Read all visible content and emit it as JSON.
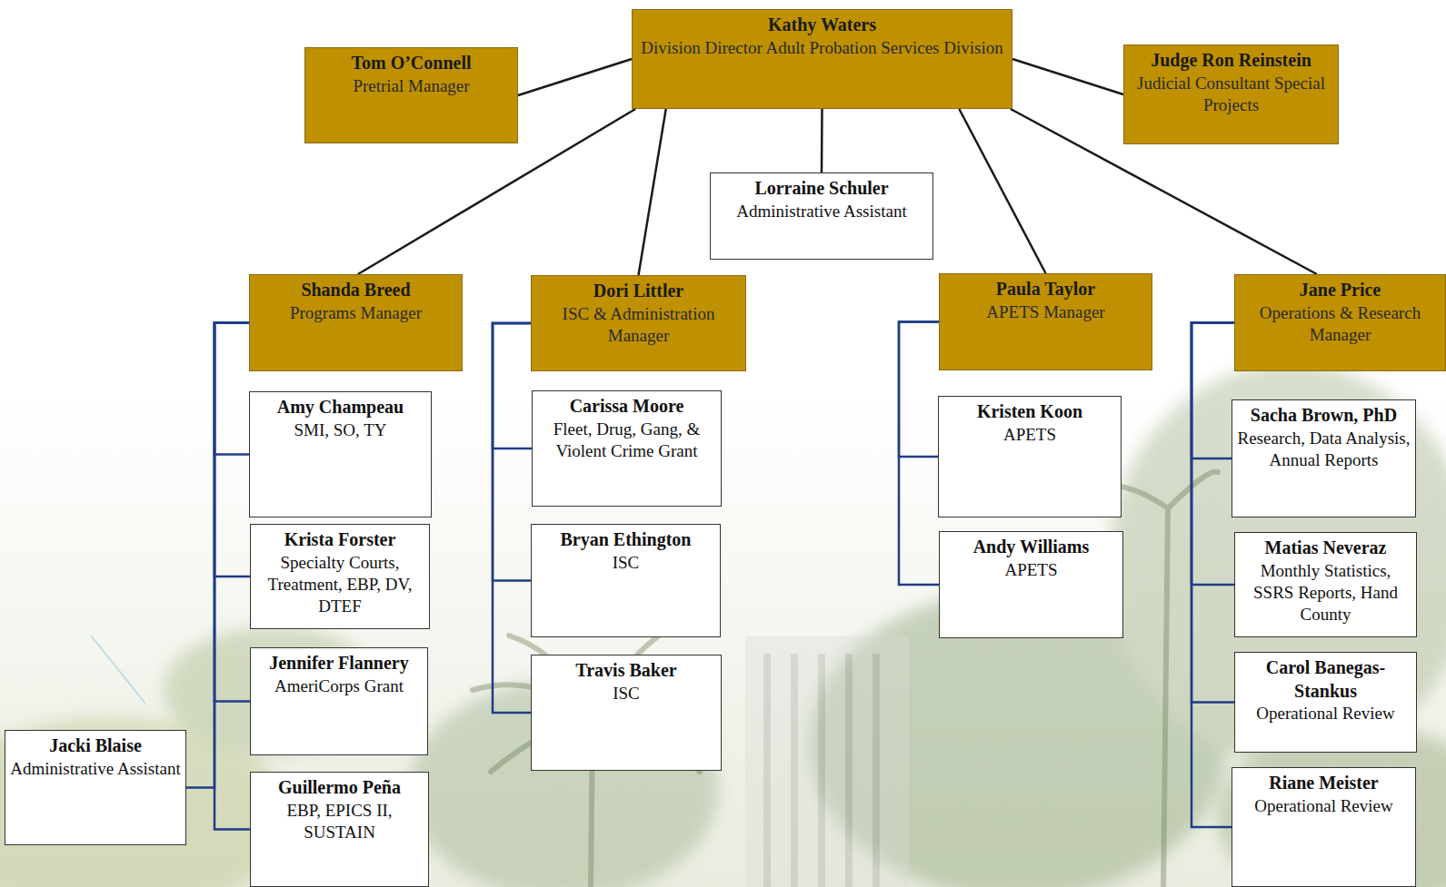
{
  "diagram": {
    "nodes": [
      {
        "text": [
          "Kathy Waters",
          "Division Director Adult Probation Services Division"
        ]
      },
      {
        "text": [
          "Tom O’Connell",
          "Pretrial Manager"
        ]
      },
      {
        "text": [
          "Judge Ron Reinstein",
          "Judicial Consultant Special Projects"
        ]
      },
      {
        "text": [
          "Lorraine Schuler",
          "Administrative Assistant"
        ]
      },
      {
        "text": [
          "Shanda Breed",
          "Programs Manager"
        ]
      },
      {
        "text": [
          "Dori Littler",
          "ISC & Administration Manager"
        ]
      },
      {
        "text": [
          "Paula Taylor",
          "APETS Manager"
        ]
      },
      {
        "text": [
          "Jane Price",
          "Operations & Research Manager"
        ]
      },
      {
        "text": [
          "Amy Champeau",
          "SMI, SO, TY"
        ]
      },
      {
        "text": [
          "Krista Forster",
          "Specialty Courts, Treatment, EBP, DV, DTEF"
        ]
      },
      {
        "text": [
          "Jennifer Flannery",
          "AmeriCorps Grant"
        ]
      },
      {
        "text": [
          "Guillermo Peña",
          "EBP, EPICS II, SUSTAIN"
        ]
      },
      {
        "text": [
          "Jacki Blaise",
          "Administrative Assistant"
        ]
      },
      {
        "text": [
          "Carissa Moore",
          "Fleet, Drug, Gang, & Violent Crime Grant"
        ]
      },
      {
        "text": [
          "Bryan Ethington",
          "ISC"
        ]
      },
      {
        "text": [
          "Travis Baker",
          "ISC"
        ]
      },
      {
        "text": [
          "Kristen Koon",
          "APETS"
        ]
      },
      {
        "text": [
          "Andy Williams",
          "APETS"
        ]
      },
      {
        "text": [
          "Sacha Brown, PhD",
          "Research, Data Analysis, Annual Reports"
        ]
      },
      {
        "text": [
          "Matias Neveraz",
          "Monthly Statistics, SSRS Reports, Hand County"
        ]
      },
      {
        "text": [
          "Carol Banegas-Stankus",
          "Operational Review"
        ]
      },
      {
        "text": [
          "Riane Meister",
          "Operational Review"
        ]
      }
    ],
    "edges": [
      {
        "from": 0,
        "to": 1,
        "arrow": "none"
      },
      {
        "from": 0,
        "to": 2,
        "arrow": "none"
      },
      {
        "from": 0,
        "to": 3,
        "arrow": "none"
      },
      {
        "from": 0,
        "to": 4,
        "arrow": "none"
      },
      {
        "from": 0,
        "to": 5,
        "arrow": "none"
      },
      {
        "from": 0,
        "to": 6,
        "arrow": "none"
      },
      {
        "from": 0,
        "to": 7,
        "arrow": "none"
      },
      {
        "from": 4,
        "to": 8,
        "arrow": "none"
      },
      {
        "from": 4,
        "to": 9,
        "arrow": "none"
      },
      {
        "from": 4,
        "to": 10,
        "arrow": "none"
      },
      {
        "from": 4,
        "to": 11,
        "arrow": "none"
      },
      {
        "from": 4,
        "to": 12,
        "arrow": "none"
      },
      {
        "from": 5,
        "to": 13,
        "arrow": "none"
      },
      {
        "from": 5,
        "to": 14,
        "arrow": "none"
      },
      {
        "from": 5,
        "to": 15,
        "arrow": "none"
      },
      {
        "from": 6,
        "to": 16,
        "arrow": "none"
      },
      {
        "from": 6,
        "to": 17,
        "arrow": "none"
      },
      {
        "from": 7,
        "to": 18,
        "arrow": "none"
      },
      {
        "from": 7,
        "to": 19,
        "arrow": "none"
      },
      {
        "from": 7,
        "to": 20,
        "arrow": "none"
      },
      {
        "from": 7,
        "to": 21,
        "arrow": "none"
      }
    ]
  }
}
